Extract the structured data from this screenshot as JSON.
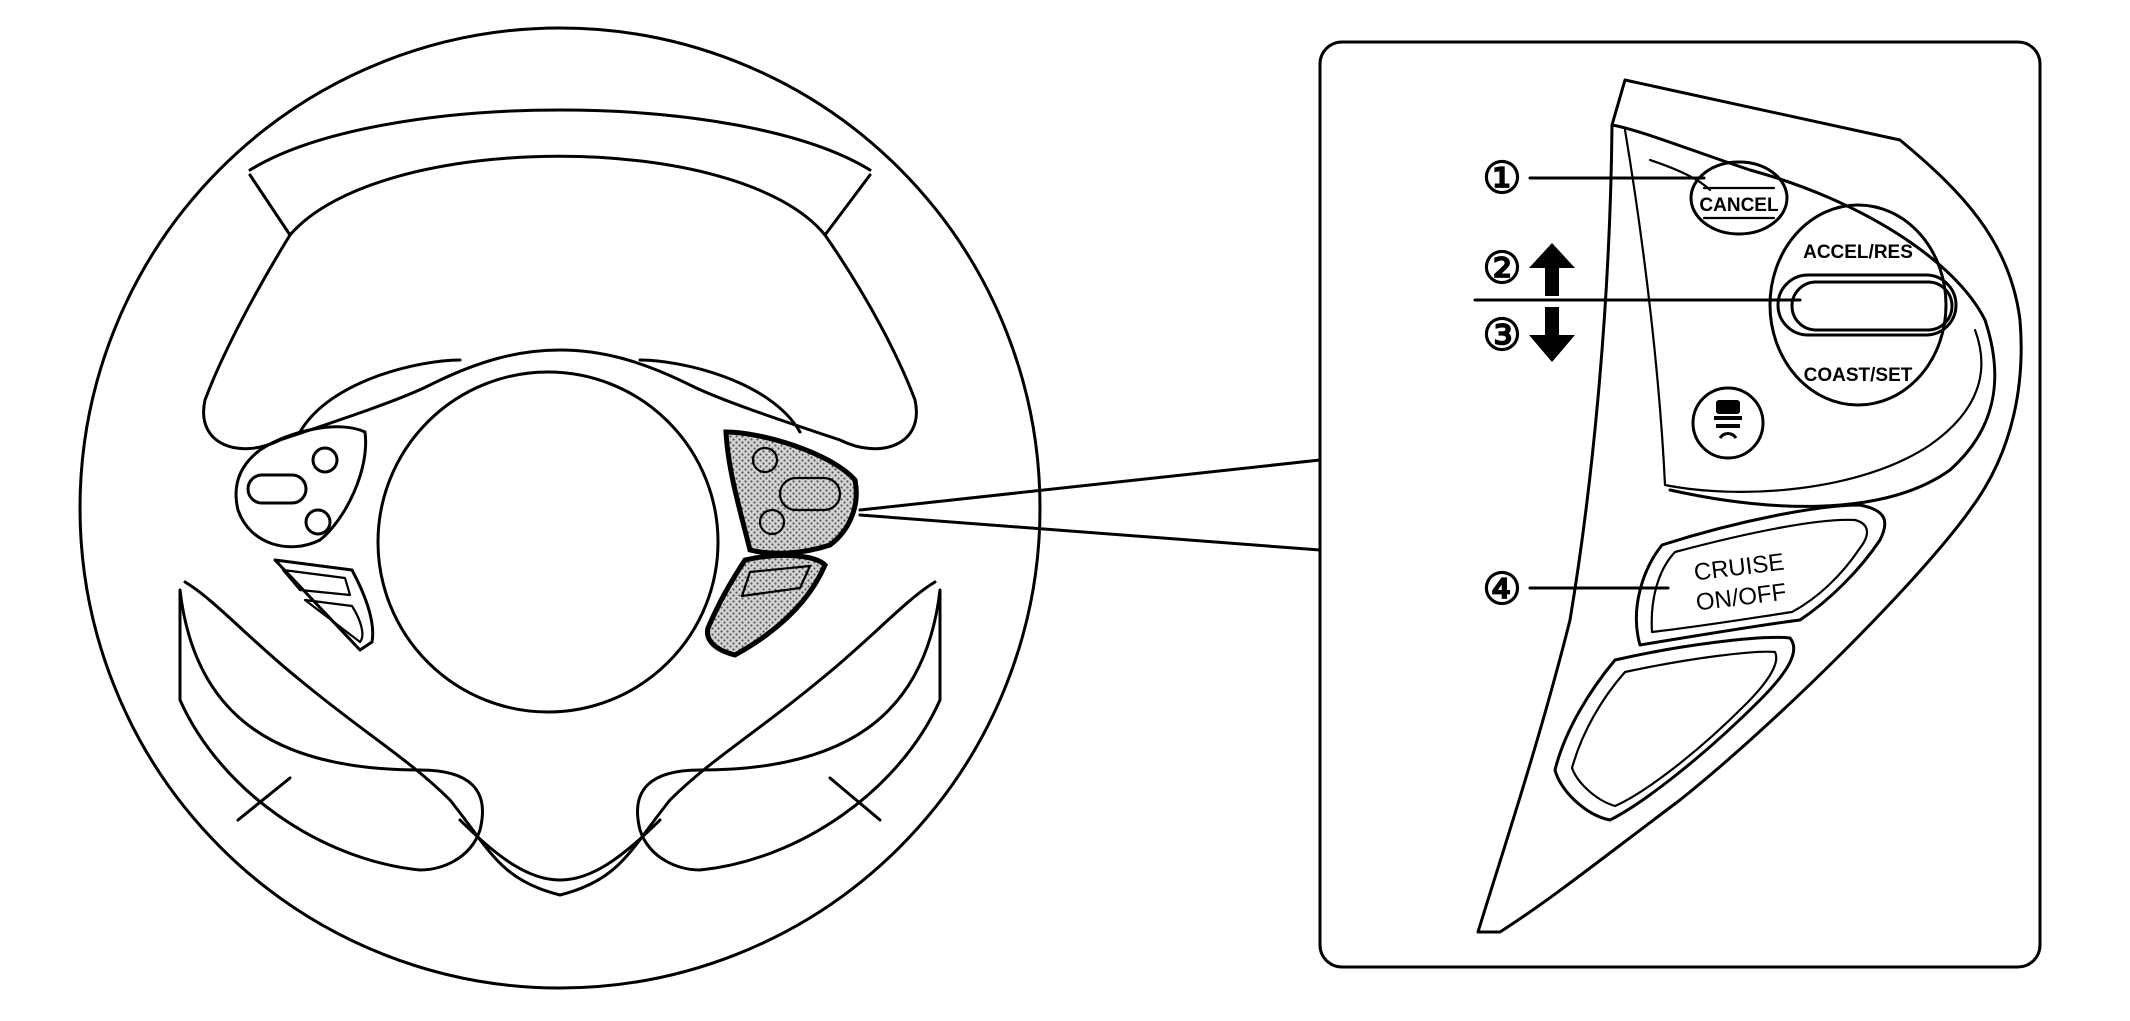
{
  "callouts": [
    {
      "number": "①",
      "label": "CANCEL"
    },
    {
      "number": "②",
      "label": "ACCEL/RES"
    },
    {
      "number": "③",
      "label": "COAST/SET"
    },
    {
      "number": "④",
      "label": "CRUISE ON/OFF"
    }
  ],
  "buttons": {
    "cancel": "CANCEL",
    "accel_res": "ACCEL/RES",
    "coast_set": "COAST/SET",
    "cruise_line1": "CRUISE",
    "cruise_line2": "ON/OFF"
  },
  "icons": {
    "arrow_up": "arrow-up-icon",
    "arrow_down": "arrow-down-icon",
    "distance": "vehicle-distance-icon"
  },
  "colors": {
    "line": "#000000",
    "background": "#ffffff",
    "highlight_pattern": "#b8b8b8"
  }
}
